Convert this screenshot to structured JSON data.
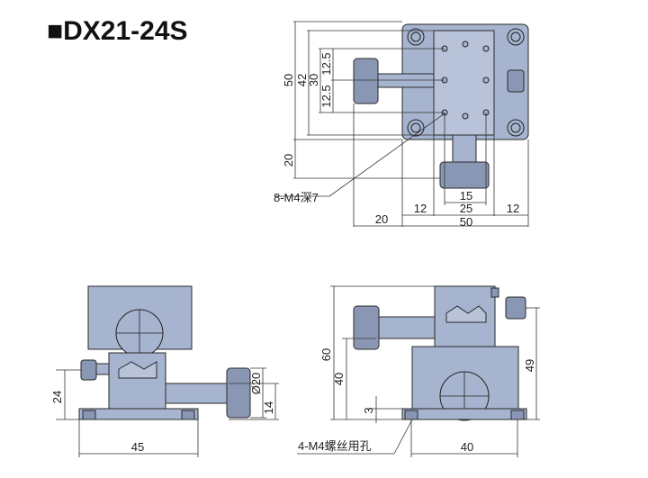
{
  "title": "■DX21-24S",
  "top_view": {
    "dims_vertical": [
      "50",
      "42",
      "30",
      "12.5",
      "12.5",
      "20"
    ],
    "dims_horizontal": [
      "15",
      "25",
      "50",
      "12",
      "12",
      "20"
    ],
    "hole_callout": "8-M4深7"
  },
  "front_view": {
    "dims": [
      "24",
      "Ø20",
      "14",
      "45"
    ]
  },
  "side_view": {
    "dims": [
      "60",
      "40",
      "3",
      "49",
      "40"
    ],
    "mount_callout": "4-M4螺丝用孔"
  }
}
